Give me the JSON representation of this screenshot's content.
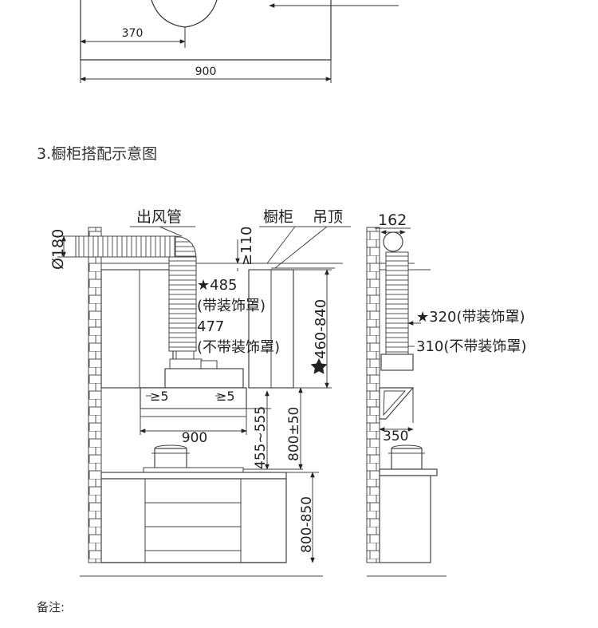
{
  "section_title": "3.橱柜搭配示意图",
  "top_dims": {
    "dim_370": "370",
    "dim_900": "900"
  },
  "front_view": {
    "label_duct": "出风管",
    "label_cabinet": "橱柜",
    "label_ceiling": "吊顶",
    "dim_dia": "Ø180",
    "dim_min110": "≥110",
    "h_with_cover": "★485",
    "note_with_cover": "(带装饰罩)",
    "h_without_cover": "477",
    "note_without_cover": "(不带装饰罩)",
    "dim_460_840": "460-840",
    "dim_gap_left": "≥5",
    "dim_gap_right": "≥5",
    "dim_width": "900",
    "dim_455_555": "455~555",
    "dim_800_50": "800±50",
    "dim_800_850": "800-850"
  },
  "side_view": {
    "dim_162": "162",
    "dim_320": "★320(带装饰罩)",
    "dim_310": "310(不带装饰罩)",
    "dim_350": "350"
  },
  "notes_title": "备注:"
}
